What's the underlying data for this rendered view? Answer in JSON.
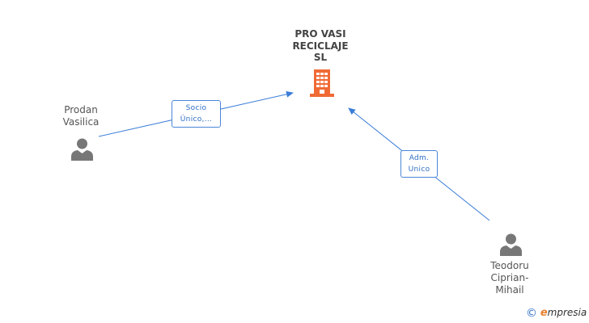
{
  "company": {
    "name": "PRO VASI\nRECICLAJE\nSL",
    "icon": "building-icon",
    "color": "#f06a35"
  },
  "people": [
    {
      "name": "Prodan\nVasilica",
      "icon": "person-icon"
    },
    {
      "name": "Teodoru\nCiprian-\nMihail",
      "icon": "person-icon"
    }
  ],
  "relations": [
    {
      "label": "Socio\nÚnico,..."
    },
    {
      "label": "Adm.\nUnico"
    }
  ],
  "colors": {
    "edge": "#3b7dd8",
    "person": "#777777"
  },
  "brand": {
    "copyright": "©",
    "e": "e",
    "rest": "mpresia"
  }
}
